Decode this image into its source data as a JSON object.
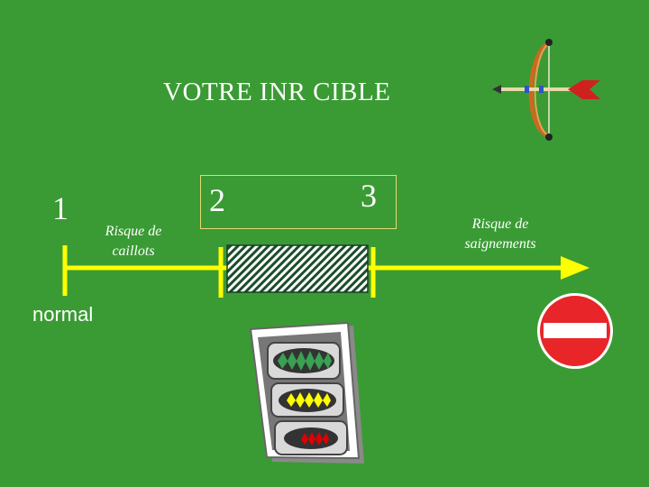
{
  "title": "VOTRE  INR  CIBLE",
  "scale": {
    "label_1": "1",
    "label_2": "2",
    "label_3": "3",
    "normal_label": "normal",
    "clot_risk": "Risque de caillots",
    "bleed_risk": "Risque de saignements"
  },
  "colors": {
    "background": "#3a9b34",
    "axis": "#ffff00",
    "text": "#ffffff",
    "no_entry_sign": "#e8262a",
    "traffic_green": "#3aa052",
    "traffic_yellow": "#ffff00",
    "traffic_red": "#e00000"
  },
  "icons": [
    "bow-and-arrow-icon",
    "no-entry-sign-icon",
    "traffic-light-icon"
  ]
}
